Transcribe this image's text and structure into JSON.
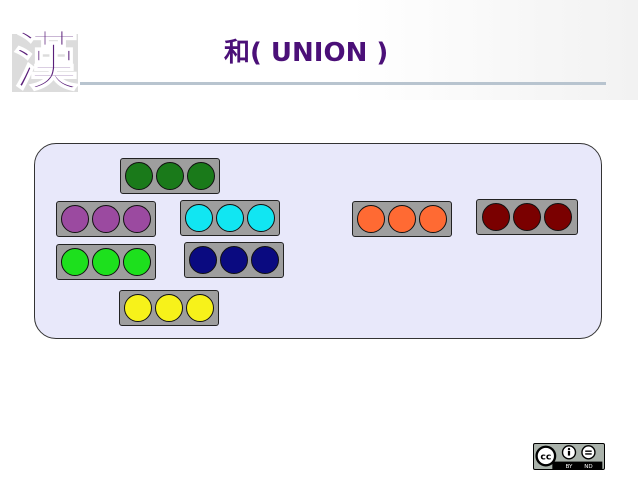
{
  "title": "和( UNION )",
  "logo": {
    "name": "han-character-logo",
    "glyph_color": "#5a1f7a"
  },
  "groups": [
    {
      "id": "green",
      "color": "#1a7a1a",
      "count": 3
    },
    {
      "id": "purple",
      "color": "#9b4aa0",
      "count": 3
    },
    {
      "id": "cyan",
      "color": "#11e6f2",
      "count": 3
    },
    {
      "id": "light-green",
      "color": "#1de01d",
      "count": 3
    },
    {
      "id": "navy",
      "color": "#0a0a80",
      "count": 3
    },
    {
      "id": "yellow",
      "color": "#f7f21a",
      "count": 3
    },
    {
      "id": "orange",
      "color": "#ff6a33",
      "count": 3
    },
    {
      "id": "maroon",
      "color": "#7a0000",
      "count": 3
    }
  ],
  "license": {
    "icon": "cc-by-nd-icon",
    "by_label": "BY",
    "nd_label": "ND"
  }
}
